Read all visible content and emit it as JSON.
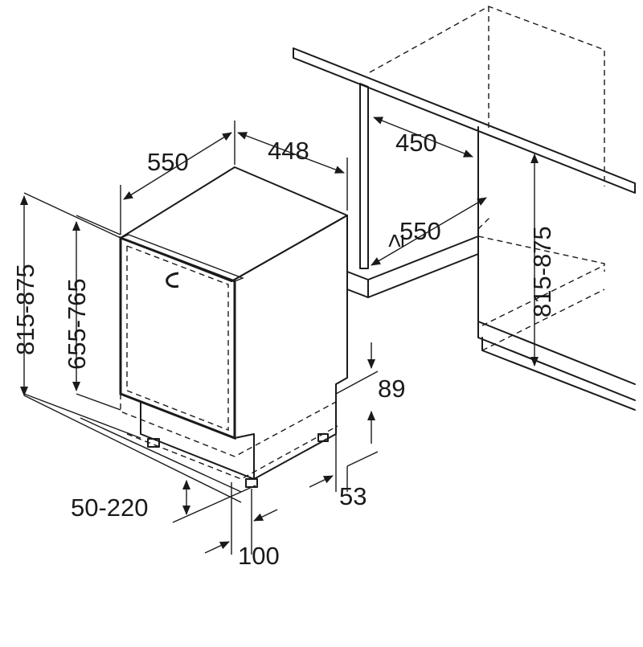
{
  "dimensions": {
    "appliance_depth": "550",
    "appliance_width": "448",
    "niche_width": "450",
    "niche_depth": "≥ 550",
    "niche_height": "815-875",
    "appliance_height": "815-875",
    "door_height": "655-765",
    "plinth_height": "89",
    "plinth_depth": "53",
    "foot_height": "50-220",
    "foot_offset": "100"
  }
}
